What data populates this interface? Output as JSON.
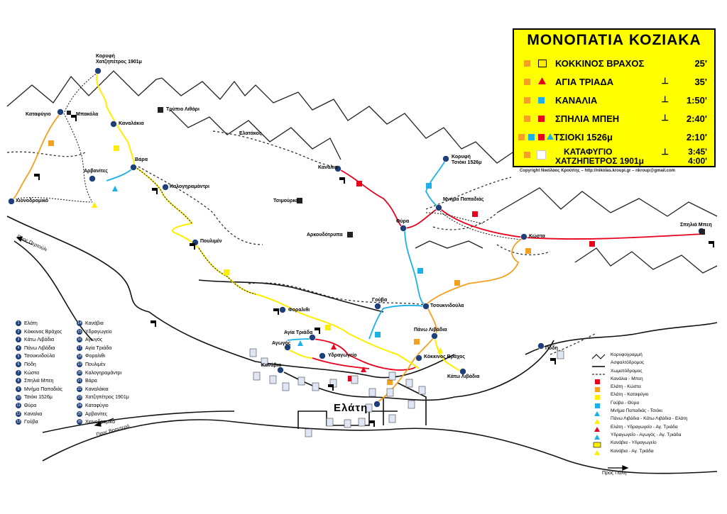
{
  "legend": {
    "title": "ΜΟΝΟΠΑΤΙΑ   ΚΟΖΙΑΚΑ",
    "rows": [
      {
        "name": "ΚΟΚΚΙΝΟΣ ΒΡΑΧΟΣ",
        "time": "25'",
        "tap": false
      },
      {
        "name": "ΑΓΙΑ ΤΡΙΑΔΑ",
        "time": "35'",
        "tap": true
      },
      {
        "name": "ΚΑΝΑΛΙΑ",
        "time": "1:50'",
        "tap": true
      },
      {
        "name": "ΣΠΗΛΙΑ ΜΠΕΗ",
        "time": "2:40'",
        "tap": true
      },
      {
        "name": "ΤΣΙΟΚΙ 1526μ",
        "time": "2:10'",
        "tap": false
      },
      {
        "name": "ΚΑΤΑΦΥΓΙΟ",
        "name2": "ΧΑΤΖΗΠΕΤΡΟΣ 1901μ",
        "time": "3:45'",
        "time2": "4:00'",
        "tap": true
      }
    ],
    "copyright": "Copyright Νικόλαος Κρούπης – http://nikolas.kroupi.gr – nkroup@gmail.com"
  },
  "colors": {
    "red": "#e8001c",
    "orange": "#f4a020",
    "yellow": "#ffee00",
    "blue": "#1cb0e8",
    "road": "#000000",
    "legend_bg": "#ffff00"
  },
  "labels": {
    "town": "Ελάτη",
    "peak_hatz": "Κορυφή",
    "peak_hatz2": "Χατζηπέτρος 1901μ",
    "katafygio": "Καταφύγιο",
    "mpakola": "Μπακόλα",
    "kanalakia": "Καναλάκια",
    "trypio": "Τρύπιο Λιθάρι",
    "vara": "Βάρα",
    "arvanites": "Αρβανίτες",
    "kalogiro": "Καλογηραμάντρι",
    "chionodromiko": "Χιονοδρομικό",
    "pros_pertouli": "Προς Περτούλι",
    "poulimen": "Πουλιμέν",
    "elatakos": "Ελατάκος",
    "tsiourka": "Τσιμούρκα",
    "arkoudotrypa": "Αρκουδότρυπα",
    "kanalia": "Καναλια",
    "peak_tsioki": "Κορυφή",
    "peak_tsioki2": "Τσιόκι 1526μ",
    "mnima": "Μνήμα Παπαδιάς",
    "thyra": "Θύρα",
    "kosta": "Κώστα",
    "spilia": "Σπηλιά Μπεη",
    "gouva": "Γούβα",
    "tsoukni": "Τσουκνιδούλα",
    "forolithi": "Φοραλιθι",
    "agia_triada": "Αγία Τριάδα",
    "agogos": "Αγωγός",
    "ydragogio": "Υδραγωγείο",
    "kanavi": "Κανάβια",
    "pano_livadia": "Πάνω Λιβάδια",
    "kokkinos": "Κόκκινος Βράχος",
    "kato_livadia": "Κάτω Λιβάδια",
    "podi": "Πόδη",
    "pros_vrontero": "Προς Βροντερό",
    "pros_pyli": "Προς Πύλη"
  },
  "numbered_list_1": [
    "Ελάτη",
    "Κόκκινος Βράχος",
    "Κάτω Λιβάδια",
    "Πάνω Λιβάδια",
    "Τσουκνιδούλα",
    "Πόδη",
    "Κώστα",
    "Σπηλιά Μπεη",
    "Μνήμα Παπαδιάς",
    "Τσιόκι 1526μ",
    "Θύρα",
    "Καναλια",
    "Γούβα"
  ],
  "numbered_list_2": [
    "Κανάβια",
    "Υδραγωγείο",
    "Αγωγός",
    "Αγία Τριάδα",
    "Φοραλιθι",
    "Πουλιμέν",
    "Καλογηραμάντρι",
    "Βάρα",
    "Καναλάκια",
    "Χατζηπέτρος 1901μ",
    "Καταφύγιο",
    "Αρβανίτες",
    "Χιονοδρομικό"
  ],
  "key": [
    "Κορυφογραμμή",
    "Ασφαλτόδρομος",
    "Χωματόδρομος",
    "Κανάλια - Μπεη",
    "Ελάτη - Κώστα",
    "Ελάτη - Καταφύγιο",
    "Γούβα - Θύρα",
    "Μνήμα Παπαδιάς - Τσιόκι",
    "Πάνω Λιβάδια - Κάτω Λιβάδια - Ελάτη",
    "Ελάτη - Υδραγωγείο - Αγ. Τριάδα",
    "Υδραγωγείο - Αγωγός - Αγ. Τριάδα",
    "Κανάβια - Υδραγωγείο",
    "Κανάβια - Αγ. Τριάδα"
  ]
}
